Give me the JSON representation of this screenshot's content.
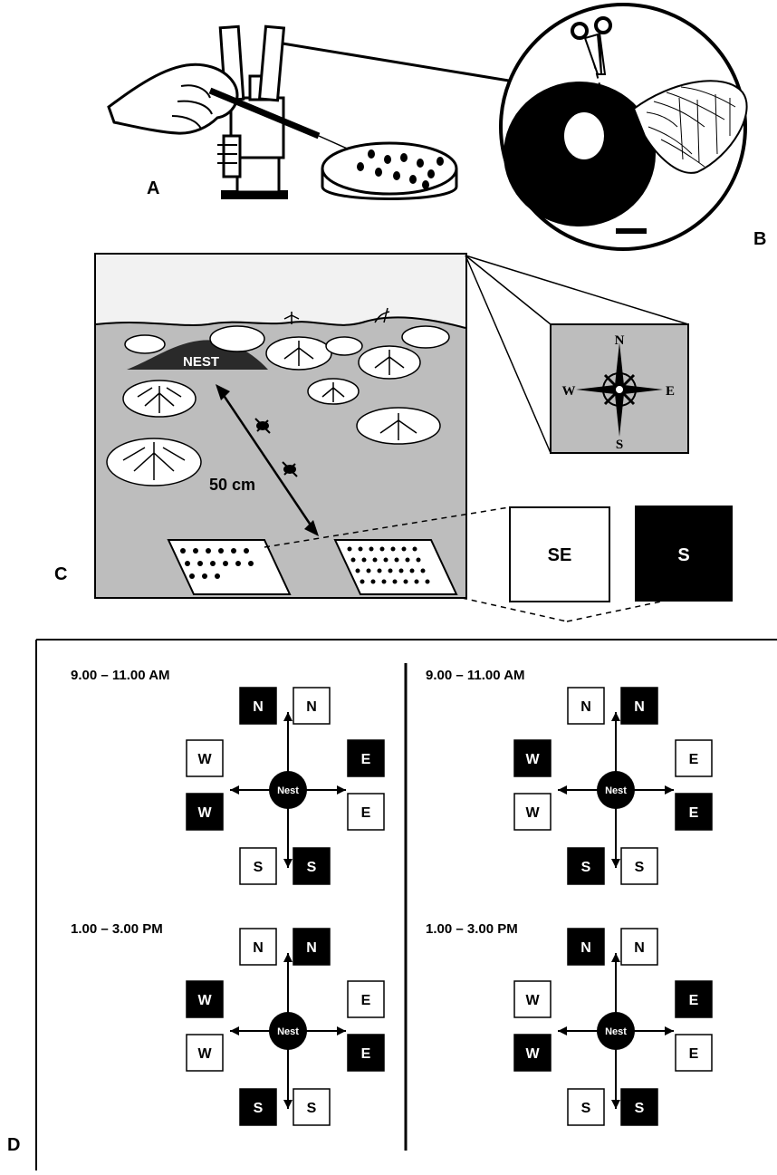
{
  "panels": {
    "a": "A",
    "b": "B",
    "c": "C",
    "d": "D"
  },
  "field": {
    "nest_label": "NEST",
    "distance_label": "50 cm",
    "colors": {
      "ground": "#bdbdbd",
      "sky": "#f2f2f2",
      "ink": "#000000"
    }
  },
  "compass": {
    "n": "N",
    "s": "S",
    "e": "E",
    "w": "W"
  },
  "swatches": {
    "white": "SE",
    "black": "S"
  },
  "schedules": [
    {
      "time": "9.00 – 11.00 AM",
      "center": "Nest",
      "boxes": [
        {
          "label": "N",
          "fill": "black"
        },
        {
          "label": "N",
          "fill": "white"
        },
        {
          "label": "E",
          "fill": "black"
        },
        {
          "label": "E",
          "fill": "white"
        },
        {
          "label": "S",
          "fill": "white"
        },
        {
          "label": "S",
          "fill": "black"
        },
        {
          "label": "W",
          "fill": "white"
        },
        {
          "label": "W",
          "fill": "black"
        }
      ]
    },
    {
      "time": "9.00 – 11.00 AM",
      "center": "Nest",
      "boxes": [
        {
          "label": "N",
          "fill": "white"
        },
        {
          "label": "N",
          "fill": "black"
        },
        {
          "label": "E",
          "fill": "white"
        },
        {
          "label": "E",
          "fill": "black"
        },
        {
          "label": "S",
          "fill": "black"
        },
        {
          "label": "S",
          "fill": "white"
        },
        {
          "label": "W",
          "fill": "black"
        },
        {
          "label": "W",
          "fill": "white"
        }
      ]
    },
    {
      "time": "1.00 – 3.00 PM",
      "center": "Nest",
      "boxes": [
        {
          "label": "N",
          "fill": "white"
        },
        {
          "label": "N",
          "fill": "black"
        },
        {
          "label": "E",
          "fill": "white"
        },
        {
          "label": "E",
          "fill": "black"
        },
        {
          "label": "S",
          "fill": "black"
        },
        {
          "label": "S",
          "fill": "white"
        },
        {
          "label": "W",
          "fill": "black"
        },
        {
          "label": "W",
          "fill": "white"
        }
      ]
    },
    {
      "time": "1.00 – 3.00 PM",
      "center": "Nest",
      "boxes": [
        {
          "label": "N",
          "fill": "black"
        },
        {
          "label": "N",
          "fill": "white"
        },
        {
          "label": "E",
          "fill": "black"
        },
        {
          "label": "E",
          "fill": "white"
        },
        {
          "label": "S",
          "fill": "white"
        },
        {
          "label": "S",
          "fill": "black"
        },
        {
          "label": "W",
          "fill": "white"
        },
        {
          "label": "W",
          "fill": "black"
        }
      ]
    }
  ]
}
